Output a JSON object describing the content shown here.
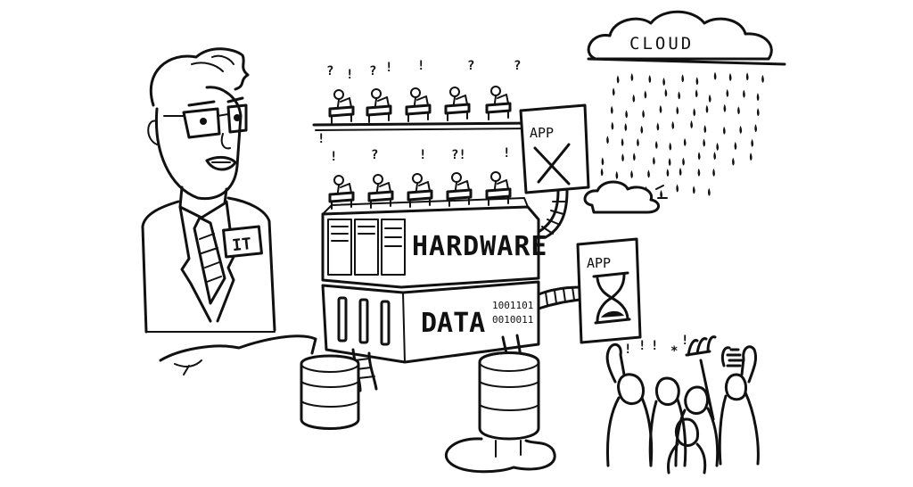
{
  "labels": {
    "cloud": "CLOUD",
    "app_top": "APP",
    "app_bottom": "APP",
    "hardware": "HARDWARE",
    "data": "DATA",
    "badge": "IT",
    "binary_line1": "1001101",
    "binary_line2": "0010011",
    "q": "?",
    "ex": "!",
    "qex": "?!",
    "star": "*"
  },
  "colors": {
    "ink": "#111111",
    "paper": "#ffffff",
    "shade": "#e9e9e9"
  }
}
